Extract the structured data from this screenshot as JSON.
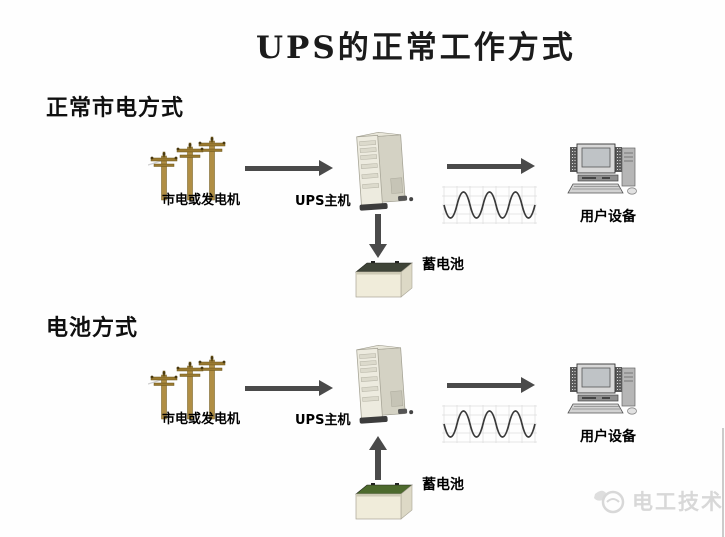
{
  "title": "UPS的正常工作方式",
  "sections": [
    {
      "heading": "正常市电方式",
      "power_source_label": "市电或发电机",
      "ups_label": "UPS主机",
      "battery_label": "蓄电池",
      "user_device_label": "用户设备",
      "battery_arrow_direction": "down"
    },
    {
      "heading": "电池方式",
      "power_source_label": "市电或发电机",
      "ups_label": "UPS主机",
      "battery_label": "蓄电池",
      "user_device_label": "用户设备",
      "battery_arrow_direction": "up"
    }
  ],
  "watermark": {
    "text": "电工技术"
  },
  "colors": {
    "pole_wood": "#b08e44",
    "arrow": "#4a4a4a",
    "battery_top_normal_mode": "#3f4438",
    "battery_top_battery_mode": "#4d6a2d",
    "wave_line": "#3a3a3a",
    "watermark_gray": "#d8d8d8"
  }
}
